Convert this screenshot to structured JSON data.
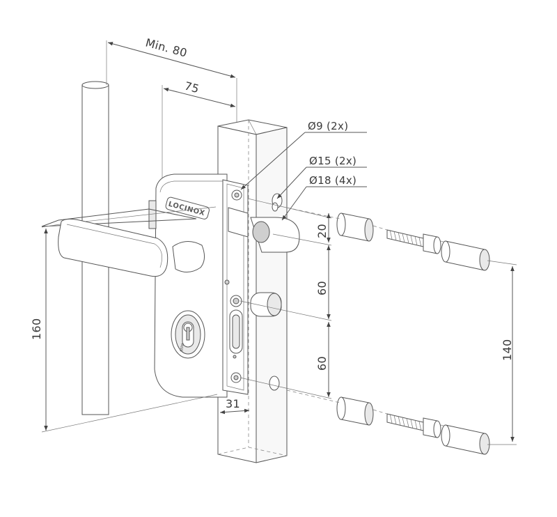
{
  "dimensions": {
    "min_width": "Min. 80",
    "width": "75",
    "hole_small": "Ø9 (2x)",
    "hole_medium": "Ø15 (2x)",
    "hole_large": "Ø18 (4x)",
    "spacing_top": "20",
    "spacing_mid": "60",
    "spacing_low": "60",
    "height_handle": "160",
    "height_mount": "140",
    "depth": "31"
  },
  "brand": {
    "logo_text": "LOCINOX",
    "cylinder_mark": "BERM"
  },
  "colors": {
    "line": "#555555",
    "text": "#3a3a3a",
    "fill": "#ffffff"
  }
}
